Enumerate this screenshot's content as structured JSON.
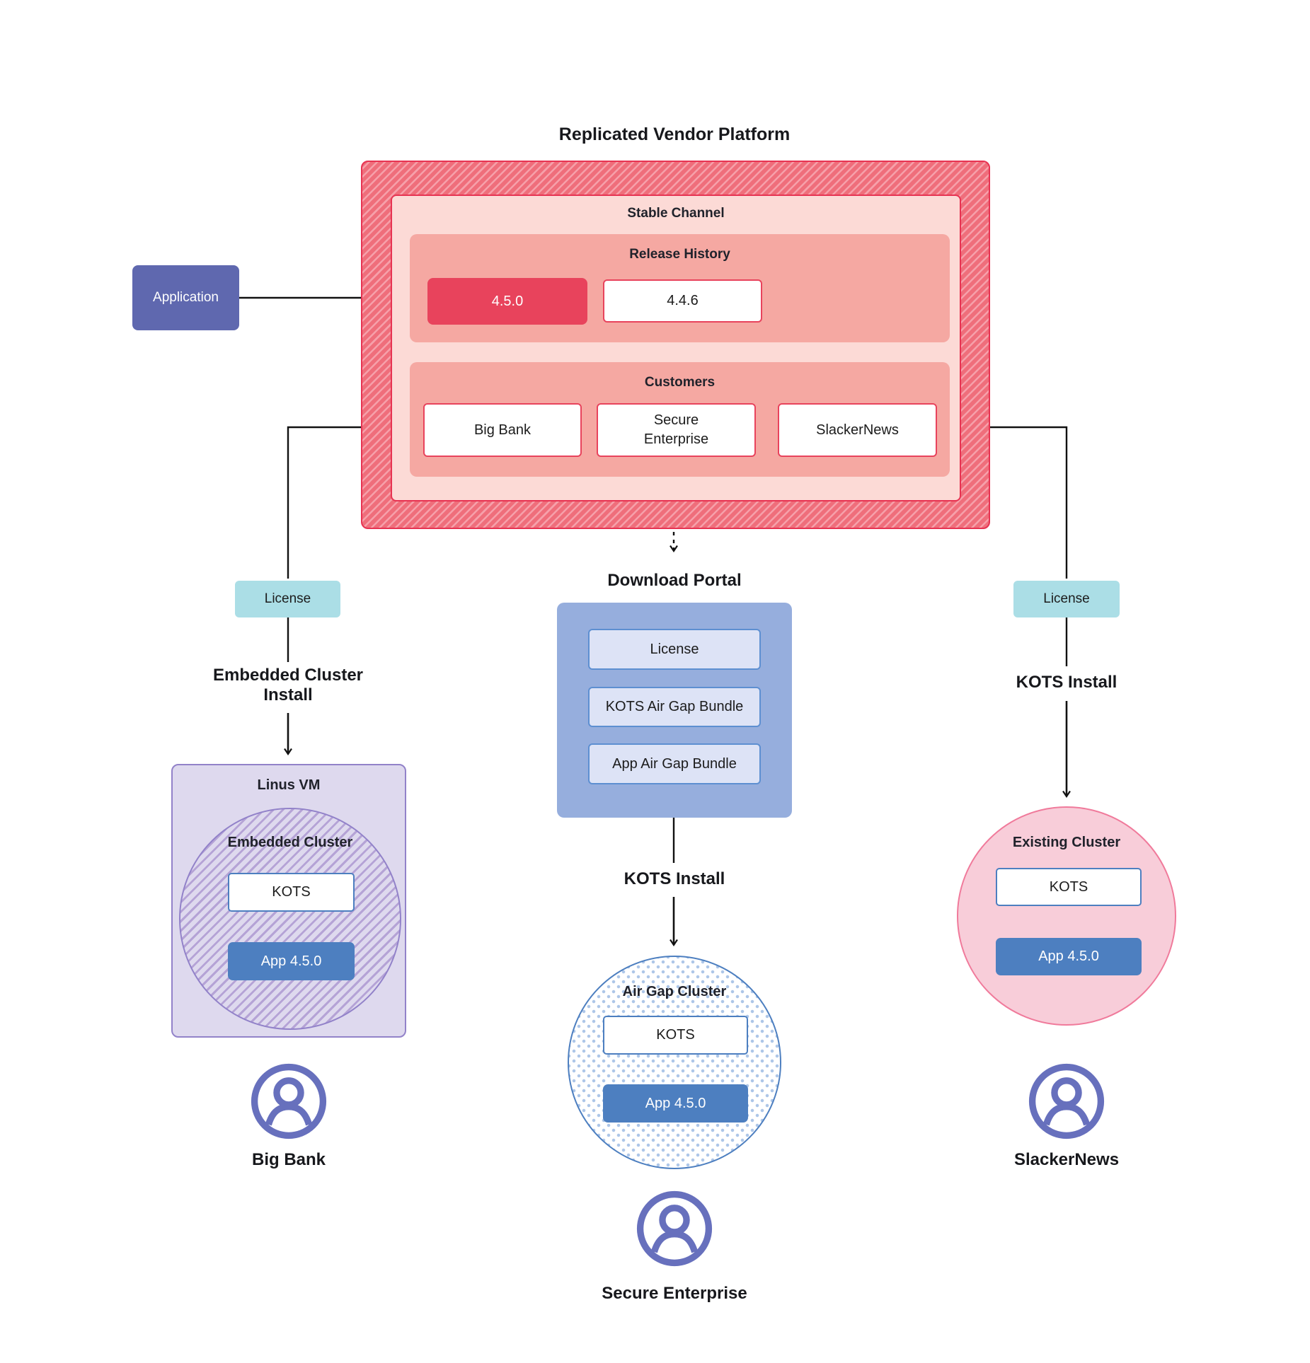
{
  "title": "Replicated Vendor Platform",
  "colors": {
    "platform_red": "#e8435c",
    "platform_hatch": "#ef6e7b",
    "pink_light": "#fcdad6",
    "pink_mid": "#f5a8a2",
    "application_purple": "#5f68af",
    "license_cyan": "#abdee6",
    "portal_blue": "#96aedd",
    "portal_item_fill": "#dde3f6",
    "app_blue": "#4d7fc0",
    "vm_lavender": "#ded9ee",
    "vm_border": "#9282c9",
    "existing_pink": "#f8cdd9",
    "user_icon_purple": "#6770bd"
  },
  "application": {
    "label": "Application"
  },
  "platform": {
    "stable_channel_label": "Stable Channel",
    "release_history_label": "Release History",
    "releases": [
      {
        "version": "4.5.0",
        "state": "current"
      },
      {
        "version": "4.4.6",
        "state": "previous"
      }
    ],
    "customers_label": "Customers",
    "customers": [
      {
        "name": "Big Bank"
      },
      {
        "name": "Secure Enterprise"
      },
      {
        "name": "SlackerNews"
      }
    ]
  },
  "left_branch": {
    "license_label": "License",
    "install_label": "Embedded Cluster Install",
    "vm_label": "Linus VM",
    "cluster_label": "Embedded Cluster",
    "kots_label": "KOTS",
    "app_label": "App 4.5.0",
    "user_label": "Big Bank"
  },
  "middle_branch": {
    "portal_label": "Download Portal",
    "portal_items": [
      {
        "label": "License"
      },
      {
        "label": "KOTS Air Gap Bundle"
      },
      {
        "label": "App Air Gap Bundle"
      }
    ],
    "install_label": "KOTS Install",
    "cluster_label": "Air Gap Cluster",
    "kots_label": "KOTS",
    "app_label": "App 4.5.0",
    "user_label": "Secure Enterprise"
  },
  "right_branch": {
    "license_label": "License",
    "install_label": "KOTS Install",
    "cluster_label": "Existing Cluster",
    "kots_label": "KOTS",
    "app_label": "App 4.5.0",
    "user_label": "SlackerNews"
  }
}
